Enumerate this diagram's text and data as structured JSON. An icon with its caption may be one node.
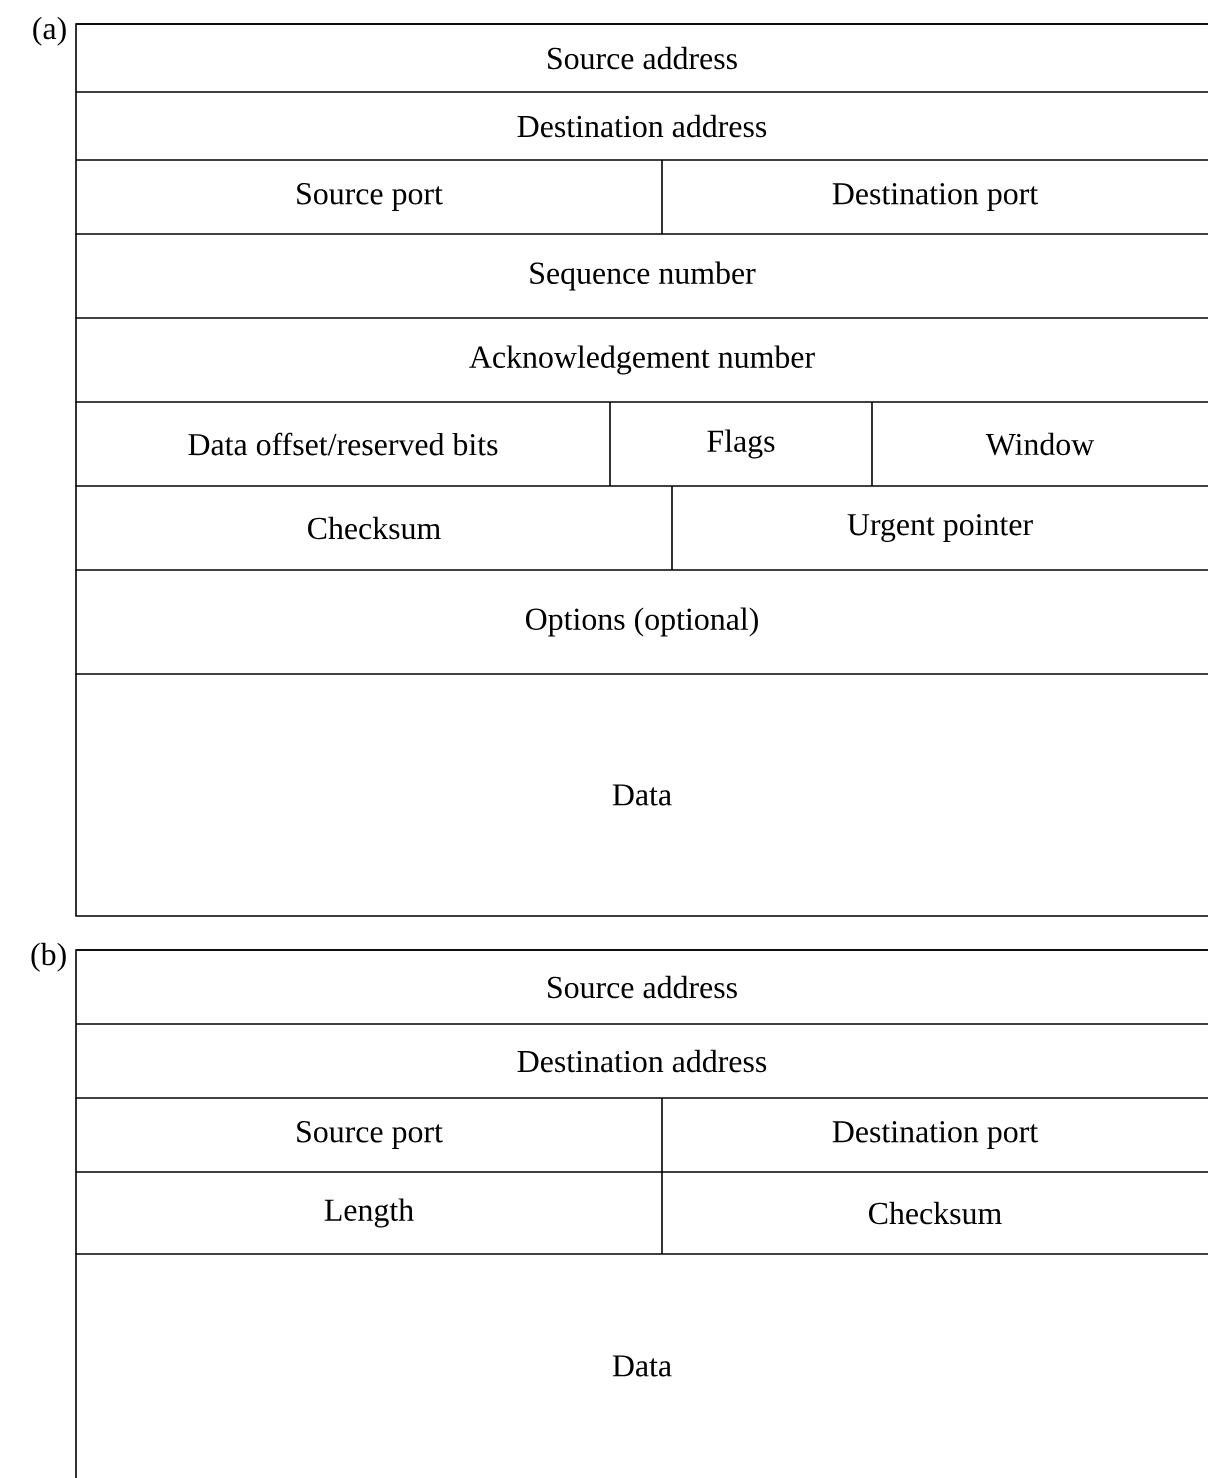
{
  "diagram": {
    "nodes": [
      {
        "text": [
          "(a)"
        ]
      },
      {
        "text": [
          "Source address"
        ],
        "in": 0
      },
      {
        "text": [
          "Destination address"
        ],
        "in": 0
      },
      {
        "text": [
          "Source port"
        ],
        "in": 0
      },
      {
        "text": [
          "Destination port"
        ],
        "in": 0
      },
      {
        "text": [
          "Sequence number"
        ],
        "in": 0
      },
      {
        "text": [
          "Acknowledgement number"
        ],
        "in": 0
      },
      {
        "text": [
          "Data offset/reserved bits"
        ],
        "in": 0
      },
      {
        "text": [
          "Flags"
        ],
        "in": 0
      },
      {
        "text": [
          "Window"
        ],
        "in": 0
      },
      {
        "text": [
          "Checksum"
        ],
        "in": 0
      },
      {
        "text": [
          "Urgent pointer"
        ],
        "in": 0
      },
      {
        "text": [
          "Options (optional)"
        ],
        "in": 0
      },
      {
        "text": [
          "Data"
        ],
        "in": 0
      },
      {
        "text": [
          "(b)"
        ]
      },
      {
        "text": [
          "Source address"
        ],
        "in": 14
      },
      {
        "text": [
          "Destination address"
        ],
        "in": 14
      },
      {
        "text": [
          "Source port"
        ],
        "in": 14
      },
      {
        "text": [
          "Destination port"
        ],
        "in": 14
      },
      {
        "text": [
          "Length"
        ],
        "in": 14
      },
      {
        "text": [
          "Checksum"
        ],
        "in": 14
      },
      {
        "text": [
          "Data"
        ],
        "in": 14
      }
    ]
  }
}
